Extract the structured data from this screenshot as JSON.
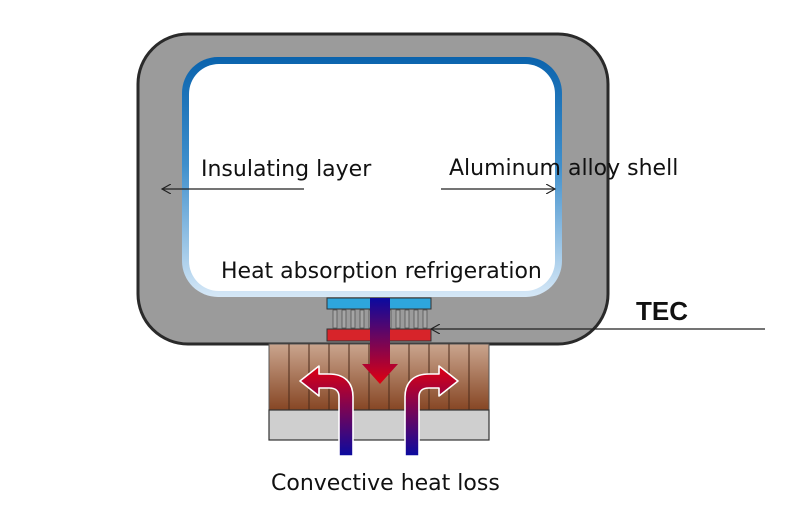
{
  "labels": {
    "insulating_layer": "Insulating layer",
    "aluminum_shell": "Aluminum alloy shell",
    "heat_absorption": "Heat absorption refrigeration",
    "tec": "TEC",
    "convective_loss": "Convective heat loss"
  },
  "colors": {
    "shell_fill": "#9b9b9b",
    "shell_stroke": "#2a2a2a",
    "inner_blue": "#0a63ad",
    "inner_light": "#d6e8f7",
    "tec_top": "#2ea6dd",
    "tec_bottom": "#d7242a",
    "tec_pillars": "#9a9a9a",
    "heatsink_top": "#c69e86",
    "heatsink_bottom": "#8a4a28",
    "base_plate": "#cfcfcf",
    "arrow_red": "#e00010",
    "arrow_blue": "#0a0aa0",
    "leader_line": "#222222"
  }
}
